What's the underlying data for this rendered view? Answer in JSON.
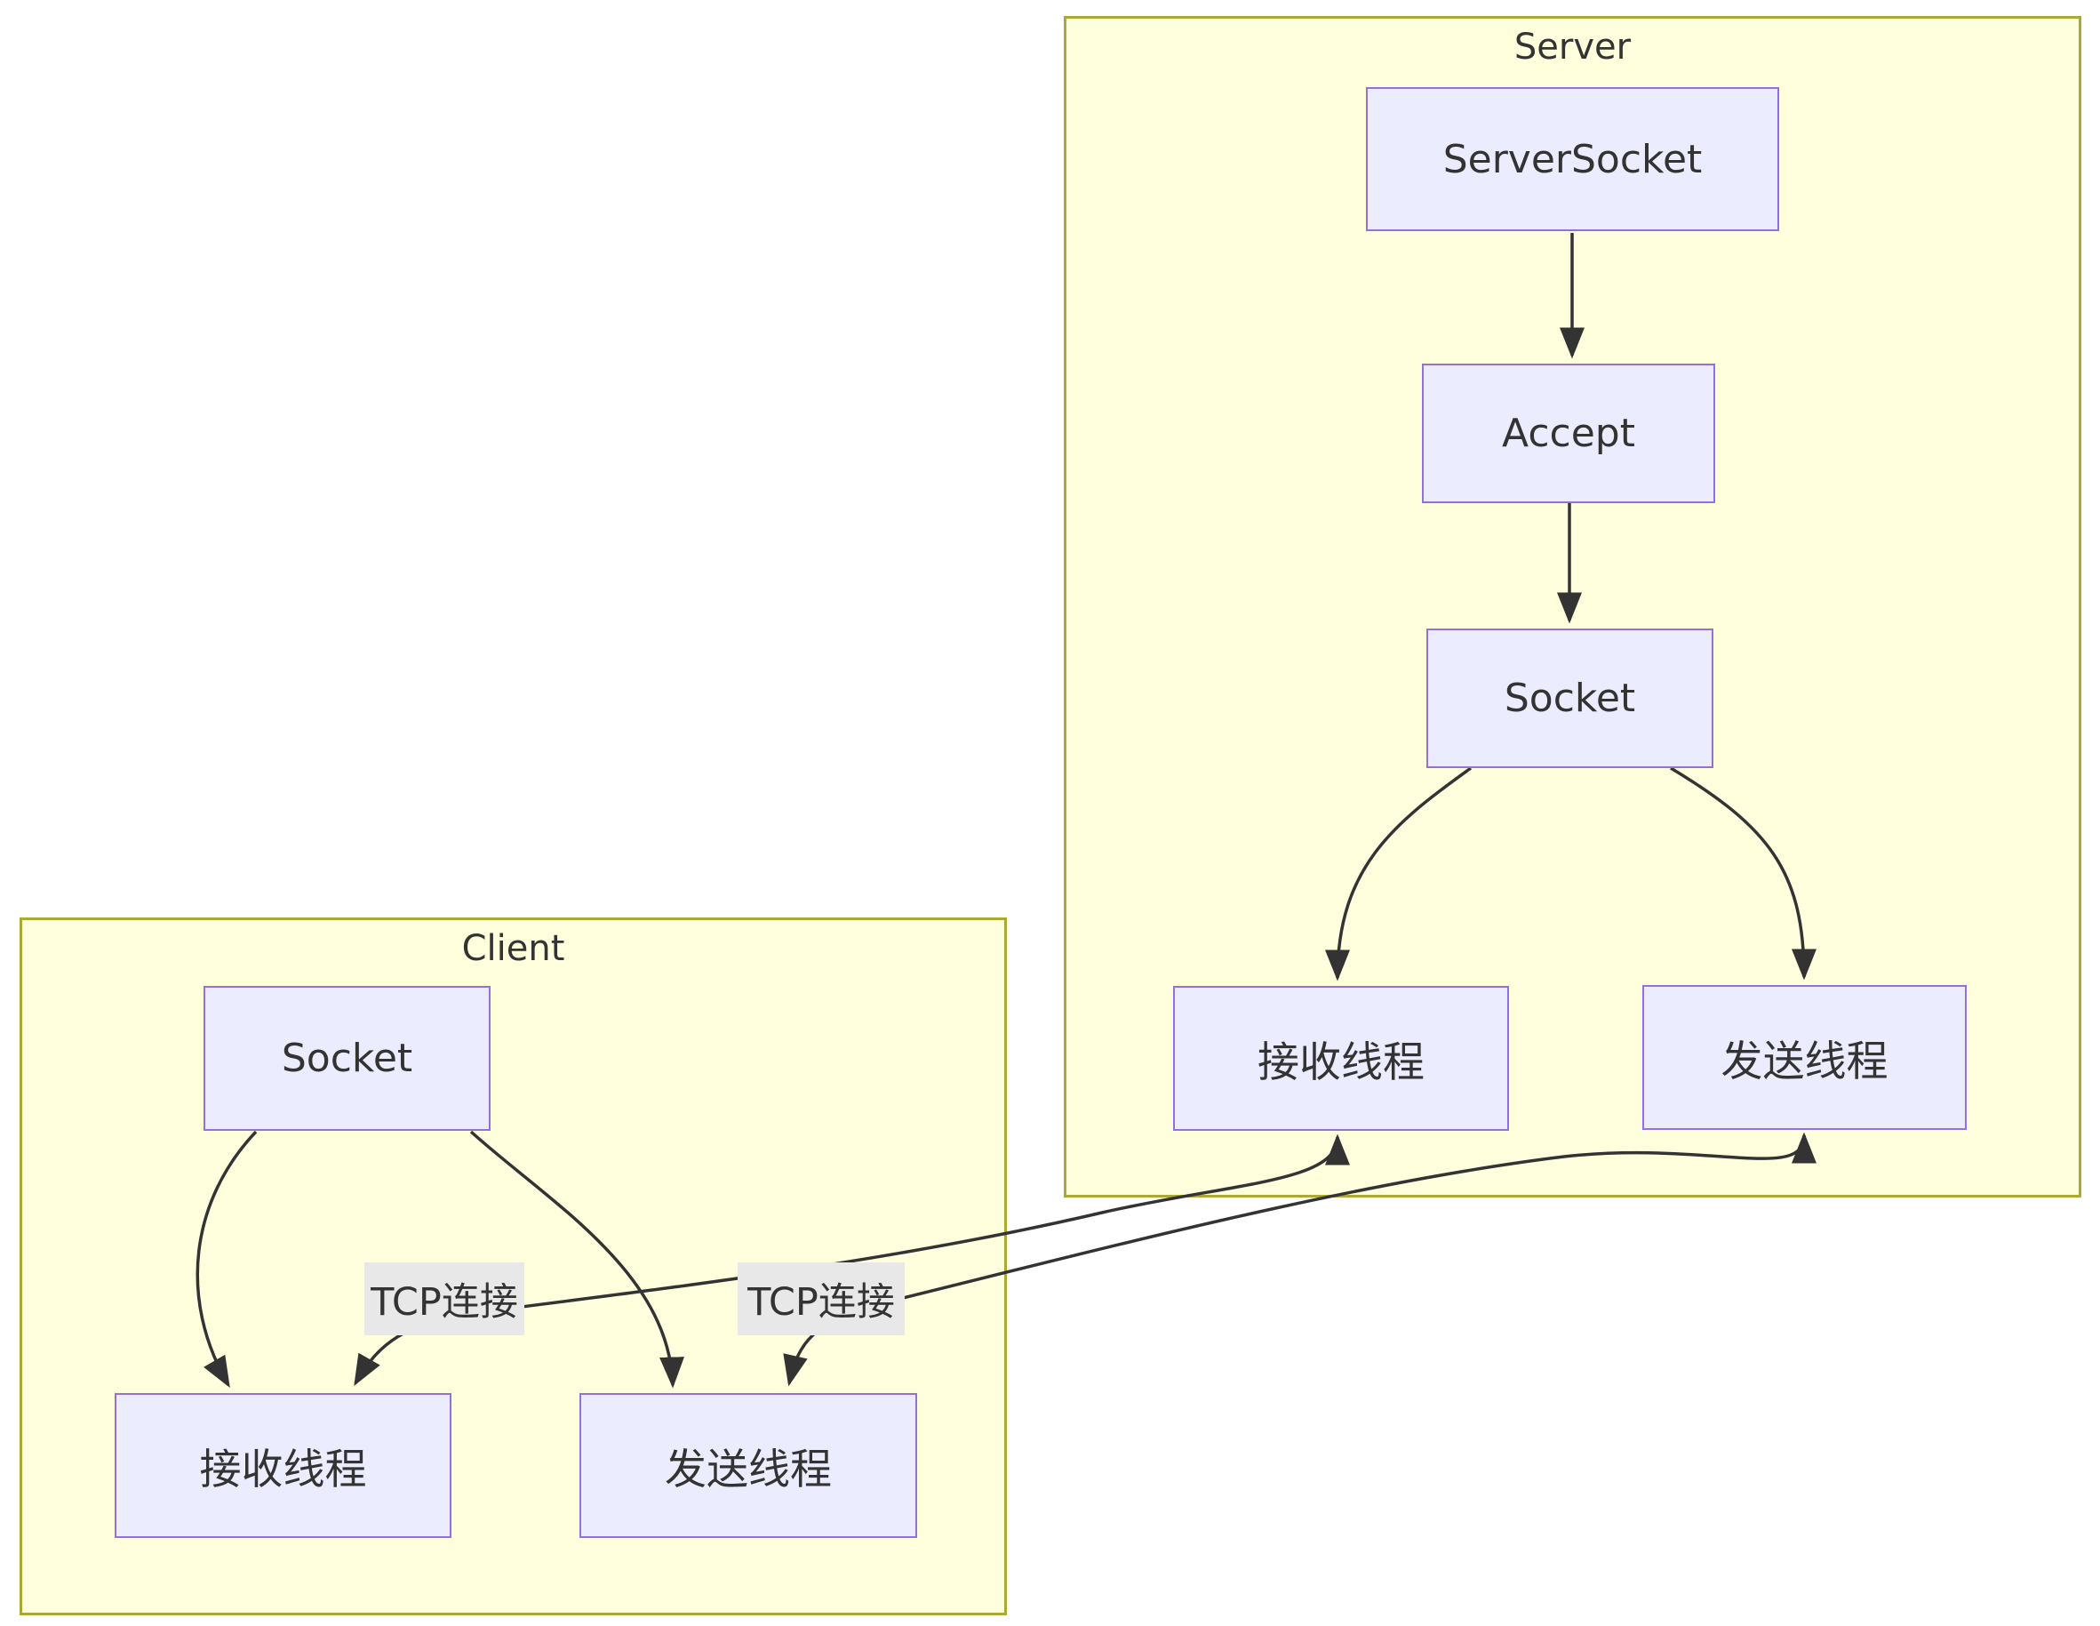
{
  "server_group": {
    "title": "Server",
    "nodes": {
      "serversocket": "ServerSocket",
      "accept": "Accept",
      "socket": "Socket",
      "recv_thread": "接收线程",
      "send_thread": "发送线程"
    }
  },
  "client_group": {
    "title": "Client",
    "nodes": {
      "socket": "Socket",
      "recv_thread": "接收线程",
      "send_thread": "发送线程"
    }
  },
  "edge_labels": {
    "tcp_1": "TCP连接",
    "tcp_2": "TCP连接"
  },
  "colors": {
    "node_fill": "#ECECFF",
    "node_border": "#9370DB",
    "group_fill": "#FFFFDE",
    "group_border": "#AAAA33",
    "edge_stroke": "#333333",
    "edge_label_bg": "#E8E8E8",
    "text": "#333333"
  }
}
